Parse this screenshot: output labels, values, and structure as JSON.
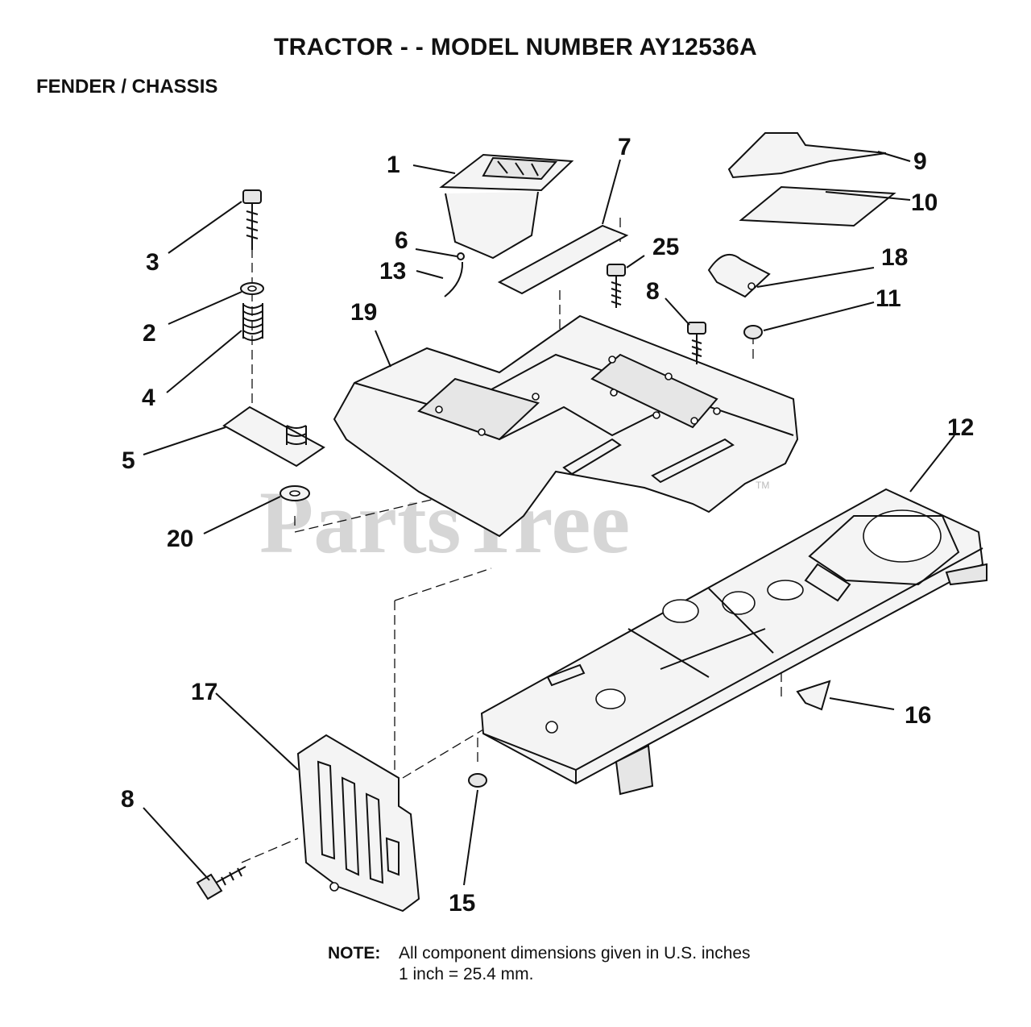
{
  "header": {
    "title": "TRACTOR - - MODEL NUMBER AY12536A",
    "subtitle": "FENDER / CHASSIS"
  },
  "watermark": {
    "text": "PartsTree",
    "trademark": "TM"
  },
  "callouts": [
    {
      "id": "c1",
      "label": "1"
    },
    {
      "id": "c2",
      "label": "2"
    },
    {
      "id": "c3",
      "label": "3"
    },
    {
      "id": "c4",
      "label": "4"
    },
    {
      "id": "c5",
      "label": "5"
    },
    {
      "id": "c6",
      "label": "6"
    },
    {
      "id": "c7",
      "label": "7"
    },
    {
      "id": "c8a",
      "label": "8"
    },
    {
      "id": "c8b",
      "label": "8"
    },
    {
      "id": "c9",
      "label": "9"
    },
    {
      "id": "c10",
      "label": "10"
    },
    {
      "id": "c11",
      "label": "11"
    },
    {
      "id": "c12",
      "label": "12"
    },
    {
      "id": "c13",
      "label": "13"
    },
    {
      "id": "c15",
      "label": "15"
    },
    {
      "id": "c16",
      "label": "16"
    },
    {
      "id": "c17",
      "label": "17"
    },
    {
      "id": "c18",
      "label": "18"
    },
    {
      "id": "c19",
      "label": "19"
    },
    {
      "id": "c20",
      "label": "20"
    },
    {
      "id": "c25",
      "label": "25"
    }
  ],
  "note": {
    "label": "NOTE:",
    "line1": "All component dimensions given in U.S. inches",
    "line2": "1 inch = 25.4 mm."
  }
}
